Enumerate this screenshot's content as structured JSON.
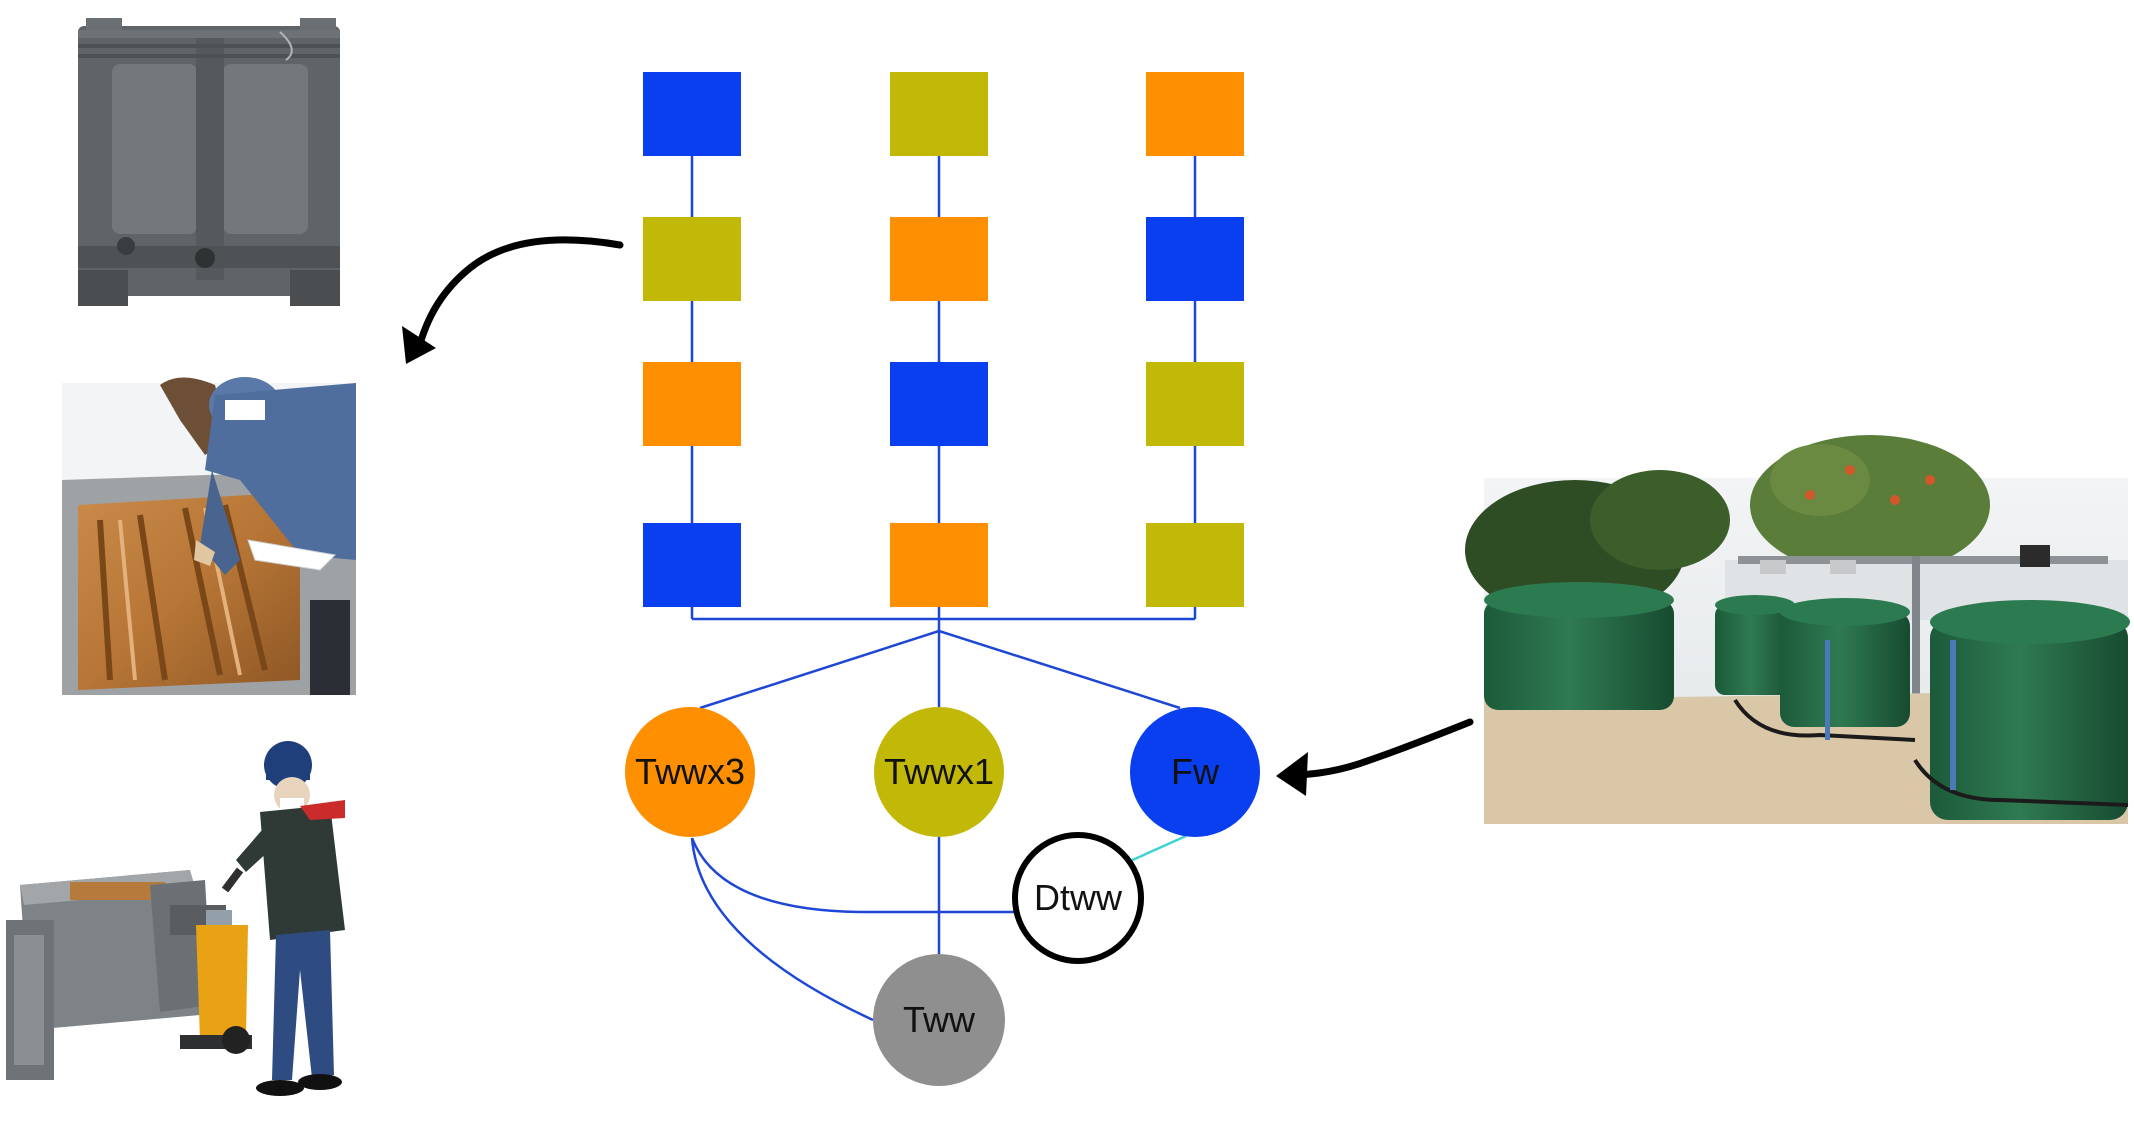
{
  "colors": {
    "blue": "#0a3ff0",
    "olive": "#c2b808",
    "orange": "#fd8f00",
    "gray": "#8f8f8f",
    "line": "#1f47d6",
    "cyan": "#3fd3d6"
  },
  "columns": [
    {
      "id": "left",
      "plots": [
        "blue",
        "olive",
        "orange",
        "blue"
      ]
    },
    {
      "id": "middle",
      "plots": [
        "olive",
        "orange",
        "blue",
        "orange"
      ]
    },
    {
      "id": "right",
      "plots": [
        "orange",
        "blue",
        "olive",
        "olive"
      ]
    }
  ],
  "nodes": {
    "twwx3": {
      "label": "Twwx3",
      "color": "orange"
    },
    "twwx1": {
      "label": "Twwx1",
      "color": "olive"
    },
    "fw": {
      "label": "Fw",
      "color": "blue"
    },
    "dtww": {
      "label": "Dtww",
      "color": "white"
    },
    "tww": {
      "label": "Tww",
      "color": "gray"
    }
  },
  "photos": [
    {
      "id": "photo-empty-box",
      "subject": "gray plastic bin"
    },
    {
      "id": "photo-soil-box",
      "subject": "person sowing in soil bin"
    },
    {
      "id": "photo-pallet-cart",
      "subject": "person with bins on pallet jack"
    },
    {
      "id": "photo-water-tanks",
      "subject": "green water storage tanks"
    }
  ]
}
